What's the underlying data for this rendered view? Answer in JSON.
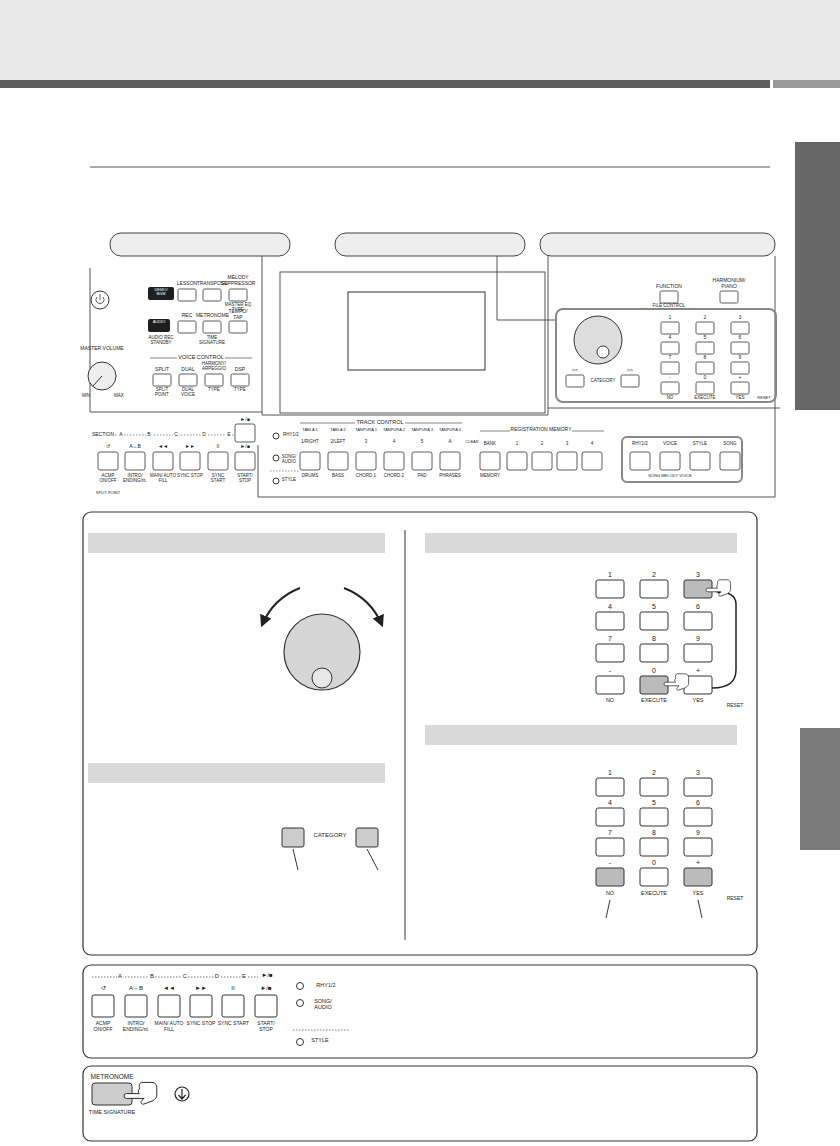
{
  "diagram": {
    "nodes": [
      {
        "text": [
          "DEMO/ BGM"
        ]
      },
      {
        "text": [
          "AUDIO"
        ]
      }
    ],
    "labels": [
      "LESSON",
      "TRANSPOSE",
      "MELODY SUPPRESSOR",
      "MASTER EQ TYPE",
      "REC",
      "METRONOME",
      "TEMPO/ TAP",
      "AUDIO REC STANDBY",
      "TIME SIGNATURE",
      "VOICE CONTROL",
      "SPLIT",
      "DUAL",
      "HARMONY/ ARPEGGIO",
      "DSP",
      "SPLIT POINT",
      "DUAL VOICE",
      "TYPE",
      "TYPE",
      "MASTER VOLUME",
      "MIN",
      "MAX",
      "FUNCTION",
      "FILE CONTROL",
      "HARMONIUM/ PIANO",
      "<<",
      "CATEGORY",
      ">>",
      "1",
      "2",
      "3",
      "4",
      "5",
      "6",
      "7",
      "8",
      "9",
      "-",
      "0",
      "+",
      "NO",
      "EXECUTE",
      "YES",
      "RESET",
      "SECTION",
      "A",
      "B",
      "C",
      "D",
      "E",
      "►/■",
      "↺",
      "A↔B",
      "◄◄",
      "►►",
      "II",
      "►/■",
      "ACMP ON/OFF",
      "INTRO/ ENDING/rit.",
      "MAIN/ AUTO FILL",
      "SYNC STOP",
      "SYNC START",
      "START/ STOP",
      "SPLIT POINT",
      "TRACK CONTROL",
      "RHY1/2",
      "SONG/ AUDIO",
      "STYLE",
      "TABLA 1",
      "TABLA 2",
      "TANPURA 1",
      "TANPURA 2",
      "TANPURA 3",
      "TANPURA 4",
      "1/RIGHT",
      "2/LEFT",
      "3",
      "4",
      "5",
      "A",
      "CLEAR",
      "DRUMS",
      "BASS",
      "CHORD 1",
      "CHORD 2",
      "PAD",
      "PHRASES",
      "REGISTRATION MEMORY",
      "BANK",
      "1",
      "2",
      "3",
      "4",
      "MEMORY",
      "RHY1/2",
      "VOICE",
      "STYLE",
      "SONG",
      "SONG MELODY VOICE",
      "CATEGORY",
      "1",
      "2",
      "3",
      "4",
      "5",
      "6",
      "7",
      "8",
      "9",
      "-",
      "0",
      "+",
      "NO",
      "EXECUTE",
      "YES",
      "RESET",
      "1",
      "2",
      "3",
      "4",
      "5",
      "6",
      "7",
      "8",
      "9",
      "-",
      "0",
      "+",
      "NO",
      "EXECUTE",
      "YES",
      "RESET",
      "A",
      "B",
      "C",
      "D",
      "E",
      "►/■",
      "↺",
      "A↔B",
      "◄◄",
      "►►",
      "II",
      "►/■",
      "ACMP ON/OFF",
      "INTRO/ ENDING/rit.",
      "MAIN/ AUTO FILL",
      "SYNC STOP",
      "SYNC START",
      "START/ STOP",
      "RHY1/2",
      "SONG/ AUDIO",
      "STYLE",
      "METRONOME",
      "TIME SIGNATURE"
    ]
  }
}
